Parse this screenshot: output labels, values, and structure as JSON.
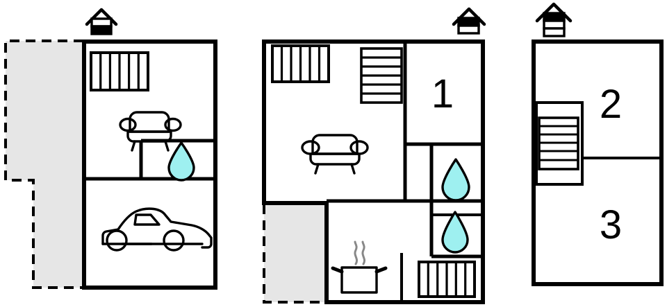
{
  "document": {
    "type": "floor-plan",
    "title": "Three-level house floor plan",
    "background_color": "#ffffff",
    "wall_color": "#000000",
    "shaded_area_color": "#e6e6e6",
    "water_drop_color": "#9ef0f0",
    "dashed_outline_color": "#000000"
  },
  "levels": [
    {
      "id": "level-ground",
      "position": "left",
      "level_indicator": {
        "name": "house-icon-ground-floor",
        "filled_band": "bottom",
        "bands": 2
      },
      "rooms": [
        {
          "name": "living-room",
          "label": ""
        },
        {
          "name": "bathroom",
          "label": ""
        },
        {
          "name": "garage",
          "label": ""
        }
      ],
      "fixtures": [
        {
          "name": "wardrobe-icon",
          "type": "wardrobe",
          "compartments": 6
        },
        {
          "name": "sofa-icon",
          "type": "sofa"
        },
        {
          "name": "water-drop-icon",
          "type": "bathroom"
        },
        {
          "name": "car-icon",
          "type": "garage"
        }
      ],
      "terrace": {
        "name": "terrace-outline",
        "style": "dashed",
        "shape": "L-shaped"
      }
    },
    {
      "id": "level-middle",
      "position": "center",
      "level_indicator": {
        "name": "house-icon-middle-floor",
        "filled_band": "top",
        "bands": 2
      },
      "rooms": [
        {
          "name": "living-room",
          "label": ""
        },
        {
          "name": "bedroom-1",
          "label": "1"
        },
        {
          "name": "kitchen",
          "label": ""
        },
        {
          "name": "bathroom-upper",
          "label": ""
        },
        {
          "name": "bathroom-lower",
          "label": ""
        },
        {
          "name": "hallway",
          "label": ""
        }
      ],
      "fixtures": [
        {
          "name": "wardrobe-icon",
          "type": "wardrobe",
          "compartments": 6
        },
        {
          "name": "staircase-icon",
          "type": "stairs",
          "steps": 6
        },
        {
          "name": "sofa-icon",
          "type": "sofa"
        },
        {
          "name": "cooking-pot-icon",
          "type": "kitchen"
        },
        {
          "name": "water-drop-icon-upper",
          "type": "bathroom"
        },
        {
          "name": "water-drop-icon-lower",
          "type": "bathroom"
        },
        {
          "name": "wardrobe-icon-lower",
          "type": "wardrobe",
          "compartments": 6
        }
      ],
      "terrace": {
        "name": "terrace-outline",
        "style": "dashed",
        "shape": "rectangle"
      }
    },
    {
      "id": "level-top",
      "position": "right",
      "level_indicator": {
        "name": "house-icon-top-floor",
        "filled_band": "top",
        "bands": 3
      },
      "rooms": [
        {
          "name": "bedroom-2",
          "label": "2"
        },
        {
          "name": "bedroom-3",
          "label": "3"
        }
      ],
      "fixtures": [
        {
          "name": "staircase-icon",
          "type": "stairs",
          "steps": 6
        }
      ],
      "terrace": null
    }
  ],
  "room_labels": {
    "bedroom_1": "1",
    "bedroom_2": "2",
    "bedroom_3": "3"
  }
}
